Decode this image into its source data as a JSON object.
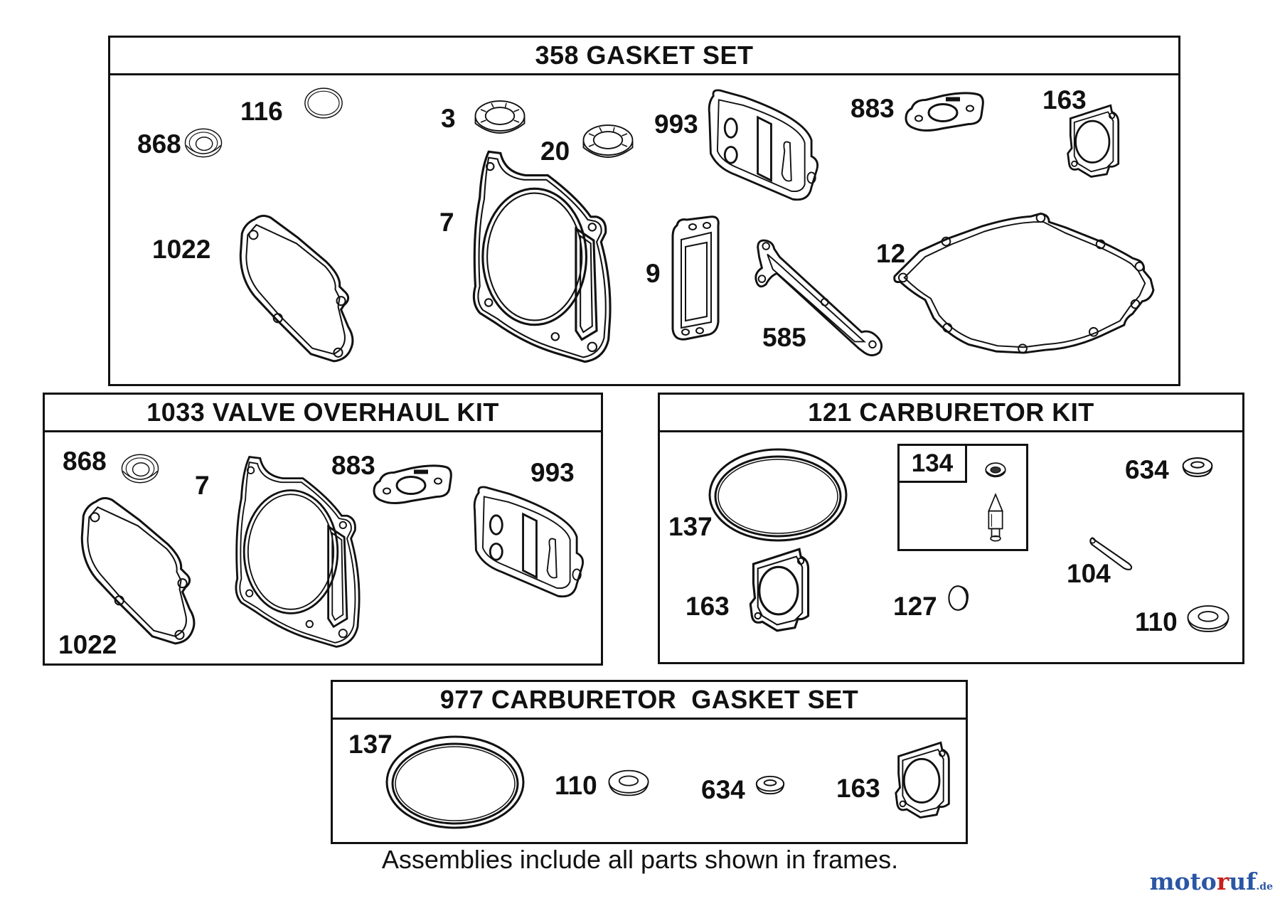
{
  "frames": {
    "gasket_set": {
      "title": "358 GASKET SET",
      "callouts": [
        "116",
        "868",
        "3",
        "20",
        "993",
        "883",
        "163",
        "7",
        "1022",
        "9",
        "585",
        "12"
      ]
    },
    "valve_overhaul_kit": {
      "title": "1033 VALVE OVERHAUL KIT",
      "callouts": [
        "868",
        "7",
        "883",
        "993",
        "1022"
      ]
    },
    "carburetor_kit": {
      "title": "121 CARBURETOR KIT",
      "callouts": [
        "137",
        "134",
        "634",
        "104",
        "163",
        "127",
        "110"
      ]
    },
    "carburetor_gasket_set": {
      "title": "977 CARBURETOR  GASKET SET",
      "callouts": [
        "137",
        "110",
        "634",
        "163"
      ]
    }
  },
  "caption": "Assemblies include all parts shown in frames.",
  "watermark": {
    "name": "motoruf",
    "tld": ".de",
    "colors": [
      "#2a56a4",
      "#c8201c",
      "#2a56a4"
    ]
  }
}
